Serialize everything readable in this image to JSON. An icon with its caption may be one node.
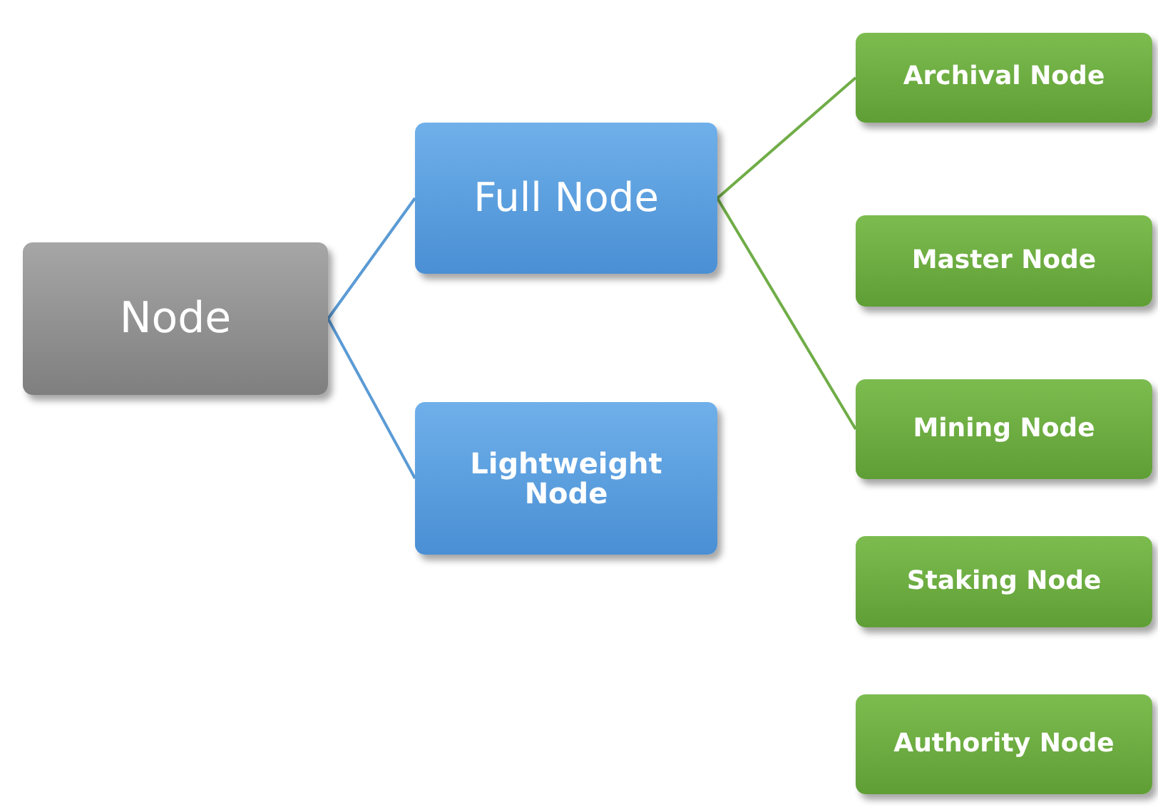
{
  "diagram": {
    "nodes": [
      {
        "text": [
          "Node"
        ]
      },
      {
        "text": [
          "Full Node"
        ]
      },
      {
        "text": [
          "Lightweight Node"
        ]
      },
      {
        "text": [
          "Archival Node"
        ]
      },
      {
        "text": [
          "Master Node"
        ]
      },
      {
        "text": [
          "Mining Node"
        ]
      },
      {
        "text": [
          "Staking Node"
        ]
      },
      {
        "text": [
          "Authority Node"
        ]
      }
    ],
    "edges": [
      {
        "from": 0,
        "to": 1,
        "arrow": "none"
      },
      {
        "from": 0,
        "to": 2,
        "arrow": "none"
      },
      {
        "from": 1,
        "to": 3,
        "arrow": "none",
        "color": "#70ad47"
      },
      {
        "from": 1,
        "to": 5,
        "arrow": "none",
        "color": "#70ad47"
      }
    ]
  }
}
